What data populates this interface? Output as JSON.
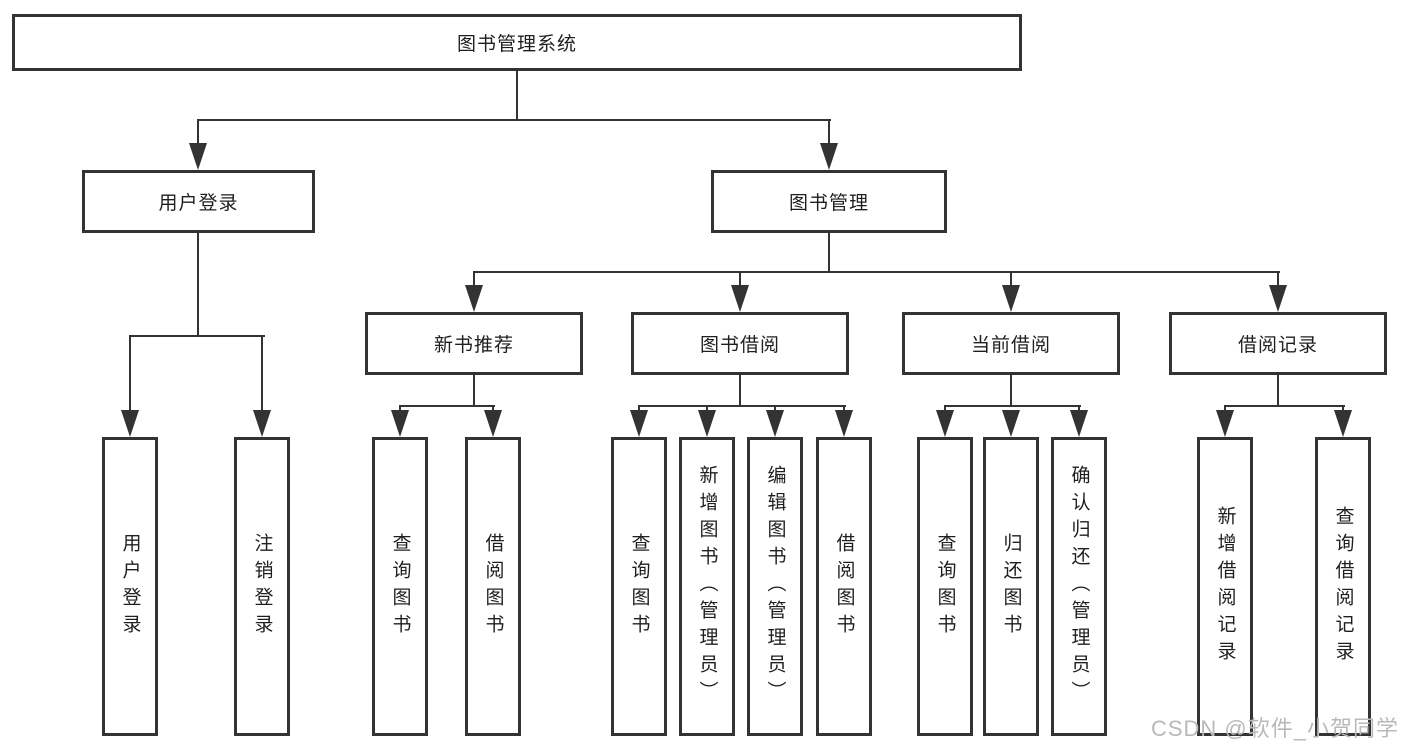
{
  "diagram": {
    "root": {
      "label": "图书管理系统"
    },
    "level2": [
      {
        "label": "用户登录"
      },
      {
        "label": "图书管理"
      }
    ],
    "level3": [
      {
        "label": "新书推荐"
      },
      {
        "label": "图书借阅"
      },
      {
        "label": "当前借阅"
      },
      {
        "label": "借阅记录"
      }
    ],
    "leaves": {
      "user_login": [
        "用户登录",
        "注销登录"
      ],
      "new_book": [
        "查询图书",
        "借阅图书"
      ],
      "book_borrow": [
        "查询图书",
        "新增图书（管理员）",
        "编辑图书（管理员）",
        "借阅图书"
      ],
      "current_borrow": [
        "查询图书",
        "归还图书",
        "确认归还（管理员）"
      ],
      "borrow_records": [
        "新增借阅记录",
        "查询借阅记录"
      ]
    }
  },
  "watermark": {
    "text": "CSDN @软件_小贺同学",
    "color": "#b9b9b9"
  },
  "colors": {
    "background": "#ffffff",
    "line": "#333333",
    "box_border": "#333333",
    "text": "#1f1f1f"
  }
}
